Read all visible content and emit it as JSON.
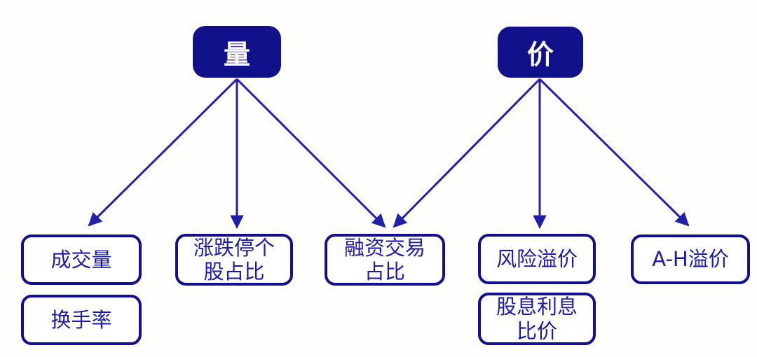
{
  "figure": {
    "root_nodes": [
      {
        "id": "volume",
        "label": "量"
      },
      {
        "id": "price",
        "label": "价"
      }
    ],
    "leaf_nodes": [
      {
        "id": "trading-volume",
        "label": "成交量",
        "line1": "成交量",
        "line2": ""
      },
      {
        "id": "turnover-rate",
        "label": "换手率",
        "line1": "换手率",
        "line2": ""
      },
      {
        "id": "limit-updown-share",
        "label": "涨跌停个股占比",
        "line1": "涨跌停个",
        "line2": "股占比"
      },
      {
        "id": "margin-trading-share",
        "label": "融资交易占比",
        "line1": "融资交易",
        "line2": "占比"
      },
      {
        "id": "risk-premium",
        "label": "风险溢价",
        "line1": "风险溢价",
        "line2": ""
      },
      {
        "id": "dividend-interest",
        "label": "股息利息比价",
        "line1": "股息利息",
        "line2": "比价"
      },
      {
        "id": "ah-premium",
        "label": "A-H溢价",
        "line1": "A-H溢价",
        "line2": ""
      }
    ],
    "edges": [
      {
        "from": "量",
        "to": "成交量"
      },
      {
        "from": "量",
        "to": "涨跌停个股占比"
      },
      {
        "from": "量",
        "to": "融资交易占比"
      },
      {
        "from": "价",
        "to": "融资交易占比"
      },
      {
        "from": "价",
        "to": "风险溢价"
      },
      {
        "from": "价",
        "to": "A-H溢价"
      }
    ],
    "colors": {
      "root_fill": "#11118C",
      "root_text": "#FFFFFF",
      "leaf_border": "#12108F",
      "leaf_text": "#1C1AA8",
      "arrow": "#2220A8",
      "background": "#FFFEFC"
    }
  }
}
